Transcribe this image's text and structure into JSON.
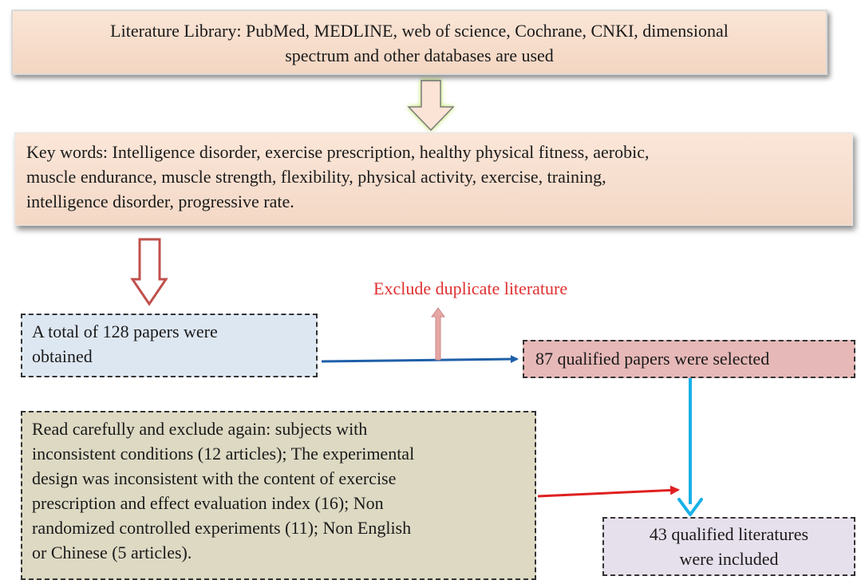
{
  "diagram": {
    "library_box": {
      "line1": "Literature Library: PubMed, MEDLINE, web of science, Cochrane, CNKI, dimensional",
      "line2": "spectrum and other databases are used"
    },
    "keywords_box": {
      "line1": "Key words: Intelligence disorder, exercise prescription, healthy physical fitness, aerobic,",
      "line2": "muscle endurance, muscle strength, flexibility, physical activity, exercise, training,",
      "line3": "intelligence disorder, progressive rate."
    },
    "total_box": {
      "line1": "A total of 128 papers were",
      "line2": "obtained"
    },
    "exclude_duplicate_label": "Exclude duplicate literature",
    "selected_box": "87 qualified papers were selected",
    "exclude_again_box": {
      "line1": "Read carefully and exclude again: subjects with",
      "line2": "inconsistent conditions (12 articles); The experimental",
      "line3": "design was inconsistent with the content of exercise",
      "line4": "prescription and effect evaluation index (16); Non",
      "line5": "randomized controlled experiments (11); Non English",
      "line6": "or Chinese (5 articles)."
    },
    "included_box": {
      "line1": "43 qualified literatures",
      "line2": "were included"
    }
  },
  "colors": {
    "blue_arrow": "#1f5fa8",
    "cyan_arrow": "#19b0e8",
    "red_arrow": "#e02020",
    "label_red": "#e03030"
  }
}
